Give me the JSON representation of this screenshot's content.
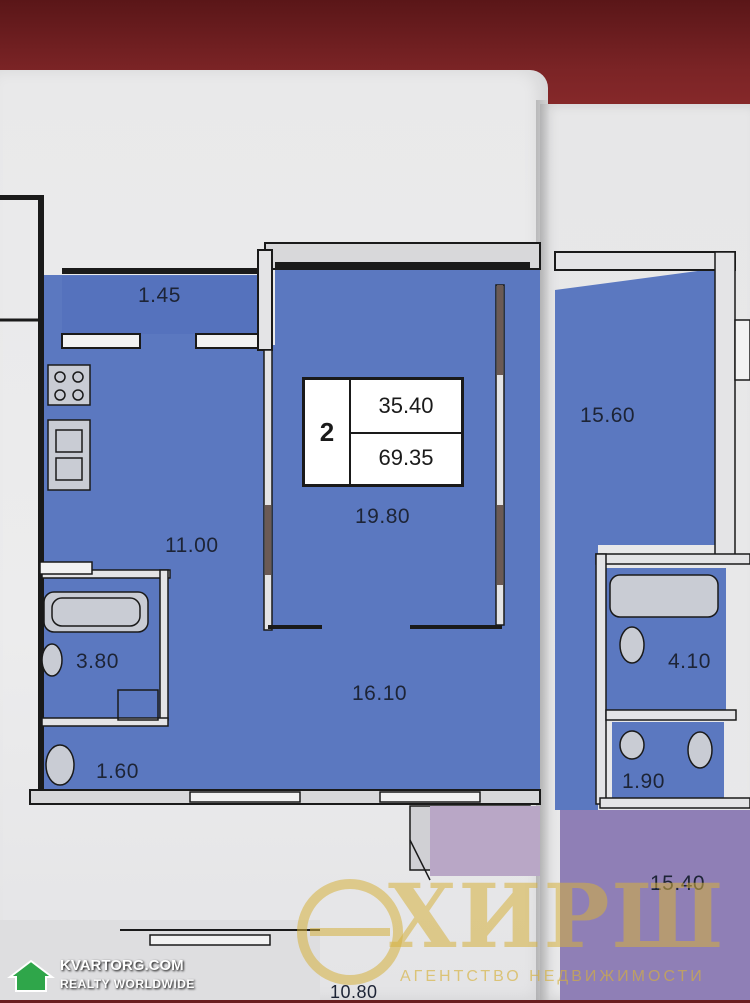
{
  "plan": {
    "rooms_count": "2",
    "living_area": "35.40",
    "total_area": "69.35",
    "rooms": [
      {
        "id": "balcony",
        "label": "1.45"
      },
      {
        "id": "kitchen",
        "label": "11.00"
      },
      {
        "id": "bedroom",
        "label": "19.80"
      },
      {
        "id": "living",
        "label": "16.10"
      },
      {
        "id": "bathroom",
        "label": "3.80"
      },
      {
        "id": "wc",
        "label": "1.60"
      },
      {
        "id": "neighbor-room",
        "label": "15.60"
      },
      {
        "id": "neighbor-bath",
        "label": "4.10"
      },
      {
        "id": "neighbor-wc",
        "label": "1.90"
      },
      {
        "id": "neighbor-lower",
        "label": "15.40"
      },
      {
        "id": "bottom-room",
        "label": "10.80"
      }
    ]
  },
  "watermark": {
    "brand": "ХИРШ",
    "tagline": "АГЕНТСТВО НЕДВИЖИМОСТИ",
    "site": "KVARTORG.COM",
    "site_tagline": "REALTY WORLDWIDE"
  },
  "colors": {
    "room_fill": "#5b78c0",
    "room_fill_dark": "#4d69b2",
    "neighbor_lower": "#8f7fb6",
    "wall": "#1a1a1a",
    "watermark_gold": "#d6b03c"
  }
}
